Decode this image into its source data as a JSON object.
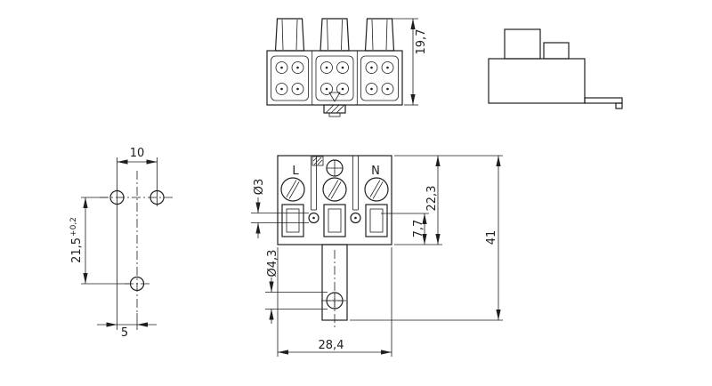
{
  "top_view": {
    "dim_depth": "19,7"
  },
  "drill_view": {
    "dim_hole_spacing": "10",
    "dim_row_distance": "21,5",
    "dim_row_distance_tolerance": "+0,2",
    "dim_center_offset": "5"
  },
  "front_view": {
    "terminal_label_live": "L",
    "terminal_label_neutral": "N",
    "dim_screw_diameter": "Ø3",
    "dim_mount_hole_diameter": "Ø4,3",
    "dim_body_height": "22,3",
    "dim_lower_section": "7,7",
    "dim_total_height": "41",
    "dim_body_width": "28,4"
  }
}
